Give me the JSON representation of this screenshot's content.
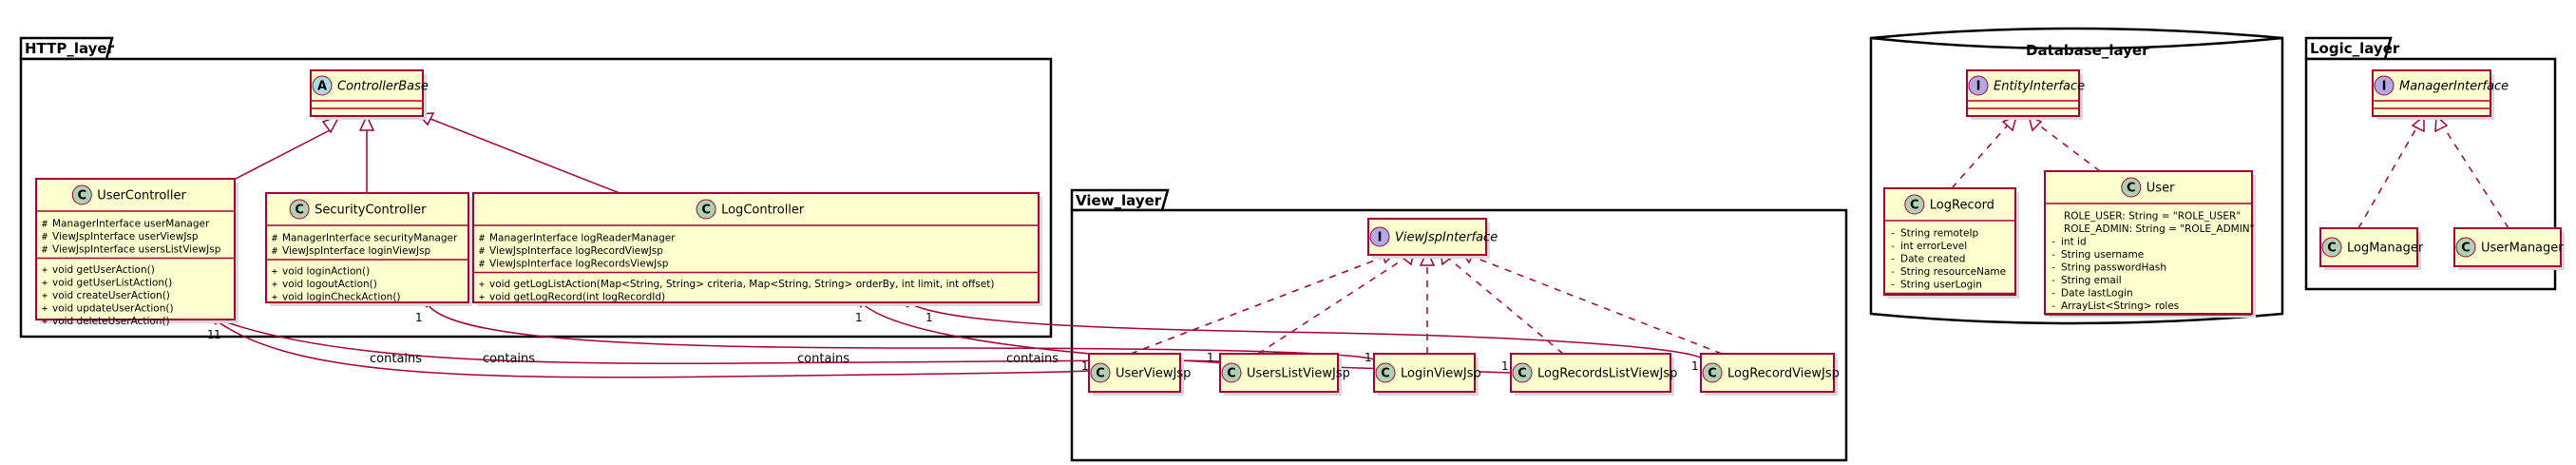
{
  "packages": [
    {
      "id": "http",
      "title": "HTTP_layer"
    },
    {
      "id": "view",
      "title": "View_layer"
    },
    {
      "id": "db",
      "title": "Database_layer"
    },
    {
      "id": "logic",
      "title": "Logic_layer"
    }
  ],
  "classes": {
    "ControllerBase": {
      "badge": "A",
      "name": "ControllerBase",
      "fields": [],
      "methods": []
    },
    "UserController": {
      "badge": "C",
      "name": "UserController",
      "fields": [
        {
          "vis": "#",
          "text": "ManagerInterface userManager"
        },
        {
          "vis": "#",
          "text": "ViewJspInterface userViewJsp"
        },
        {
          "vis": "#",
          "text": "ViewJspInterface usersListViewJsp"
        }
      ],
      "methods": [
        {
          "vis": "+",
          "text": "void getUserAction()"
        },
        {
          "vis": "+",
          "text": "void getUserListAction()"
        },
        {
          "vis": "+",
          "text": "void createUserAction()"
        },
        {
          "vis": "+",
          "text": "void updateUserAction()"
        },
        {
          "vis": "+",
          "text": "void deleteUserAction()"
        }
      ]
    },
    "SecurityController": {
      "badge": "C",
      "name": "SecurityController",
      "fields": [
        {
          "vis": "#",
          "text": "ManagerInterface securityManager"
        },
        {
          "vis": "#",
          "text": "ViewJspInterface loginViewJsp"
        }
      ],
      "methods": [
        {
          "vis": "+",
          "text": "void loginAction()"
        },
        {
          "vis": "+",
          "text": "void logoutAction()"
        },
        {
          "vis": "+",
          "text": "void loginCheckAction()"
        }
      ]
    },
    "LogController": {
      "badge": "C",
      "name": "LogController",
      "fields": [
        {
          "vis": "#",
          "text": "ManagerInterface logReaderManager"
        },
        {
          "vis": "#",
          "text": "ViewJspInterface logRecordViewJsp"
        },
        {
          "vis": "#",
          "text": "ViewJspInterface logRecordsViewJsp"
        }
      ],
      "methods": [
        {
          "vis": "+",
          "text": "void getLogListAction(Map<String, String> criteria, Map<String, String> orderBy, int limit, int offset)"
        },
        {
          "vis": "+",
          "text": "void getLogRecord(int logRecordId)"
        }
      ]
    },
    "ViewJspInterface": {
      "badge": "I",
      "name": "ViewJspInterface",
      "fields": [],
      "methods": []
    },
    "UserViewJsp": {
      "badge": "C",
      "name": "UserViewJsp",
      "fields": [],
      "methods": []
    },
    "UsersListViewJsp": {
      "badge": "C",
      "name": "UsersListViewJsp",
      "fields": [],
      "methods": []
    },
    "LoginViewJsp": {
      "badge": "C",
      "name": "LoginViewJsp",
      "fields": [],
      "methods": []
    },
    "LogRecordsListViewJsp": {
      "badge": "C",
      "name": "LogRecordsListViewJsp",
      "fields": [],
      "methods": []
    },
    "LogRecordViewJsp": {
      "badge": "C",
      "name": "LogRecordViewJsp",
      "fields": [],
      "methods": []
    },
    "EntityInterface": {
      "badge": "I",
      "name": "EntityInterface",
      "fields": [],
      "methods": []
    },
    "LogRecord": {
      "badge": "C",
      "name": "LogRecord",
      "fields": [
        {
          "vis": "-",
          "text": "String remoteIp"
        },
        {
          "vis": "-",
          "text": "int errorLevel"
        },
        {
          "vis": "-",
          "text": "Date created"
        },
        {
          "vis": "-",
          "text": "String resourceName"
        },
        {
          "vis": "-",
          "text": "String userLogin"
        }
      ],
      "methods": []
    },
    "User": {
      "badge": "C",
      "name": "User",
      "fields": [
        {
          "vis": "",
          "text": "ROLE_USER: String = \"ROLE_USER\""
        },
        {
          "vis": "",
          "text": "ROLE_ADMIN: String = \"ROLE_ADMIN\""
        },
        {
          "vis": "-",
          "text": "int id"
        },
        {
          "vis": "-",
          "text": "String username"
        },
        {
          "vis": "-",
          "text": "String passwordHash"
        },
        {
          "vis": "-",
          "text": "String email"
        },
        {
          "vis": "-",
          "text": "Date lastLogin"
        },
        {
          "vis": "-",
          "text": "ArrayList<String> roles"
        }
      ],
      "methods": []
    },
    "ManagerInterface": {
      "badge": "I",
      "name": "ManagerInterface",
      "fields": [],
      "methods": []
    },
    "LogManager": {
      "badge": "C",
      "name": "LogManager",
      "fields": [],
      "methods": []
    },
    "UserManager": {
      "badge": "C",
      "name": "UserManager",
      "fields": [],
      "methods": []
    }
  },
  "relations": {
    "label": "contains",
    "multiplicity": "1"
  }
}
